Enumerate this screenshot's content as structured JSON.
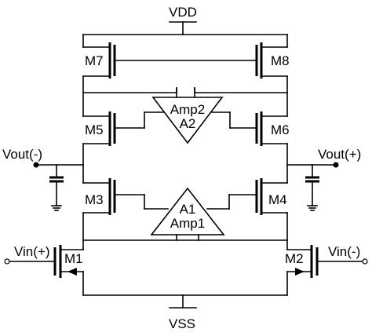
{
  "rails": {
    "vdd": "VDD",
    "vss": "VSS"
  },
  "transistors": {
    "m1": "M1",
    "m2": "M2",
    "m3": "M3",
    "m4": "M4",
    "m5": "M5",
    "m6": "M6",
    "m7": "M7",
    "m8": "M8"
  },
  "amplifiers": {
    "top": {
      "line1": "Amp2",
      "line2": "A2"
    },
    "bottom": {
      "line1": "A1",
      "line2": "Amp1"
    }
  },
  "ports": {
    "vout_neg": "Vout(-)",
    "vout_pos": "Vout(+)",
    "vin_pos": "Vin(+)",
    "vin_neg": "Vin(-)"
  }
}
